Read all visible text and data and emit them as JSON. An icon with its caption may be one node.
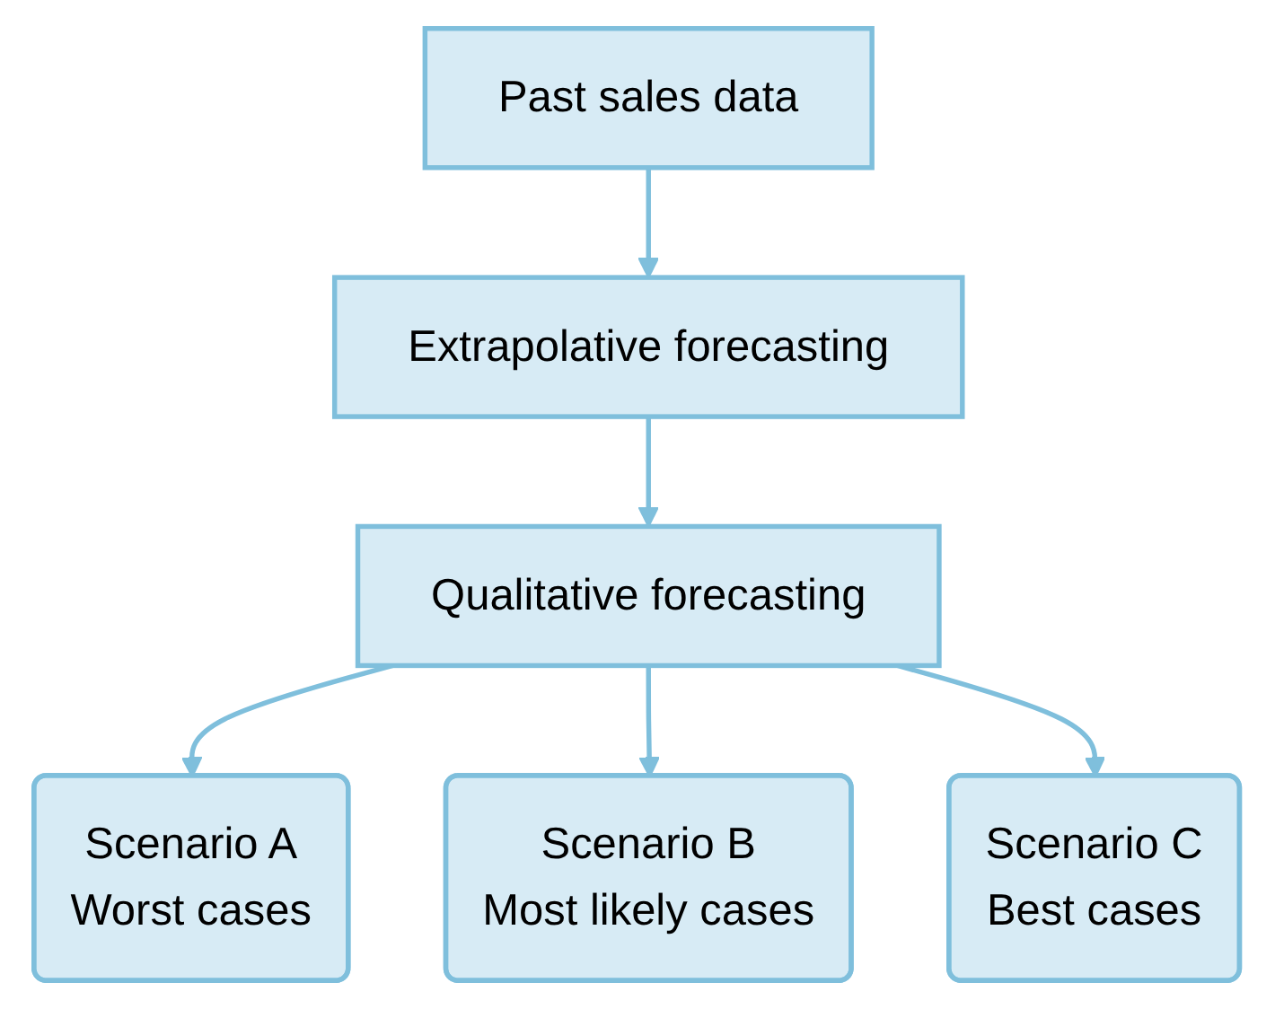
{
  "diagram": {
    "nodes": [
      {
        "text": [
          "Past sales data"
        ]
      },
      {
        "text": [
          "Extrapolative forecasting"
        ]
      },
      {
        "text": [
          "Qualitative forecasting"
        ]
      },
      {
        "text": [
          "Scenario A",
          "Worst cases"
        ]
      },
      {
        "text": [
          "Scenario B",
          "Most likely cases"
        ]
      },
      {
        "text": [
          "Scenario C",
          "Best cases"
        ]
      }
    ],
    "edges": [
      {
        "from": 0,
        "to": 1,
        "arrow": "to"
      },
      {
        "from": 1,
        "to": 2,
        "arrow": "to"
      },
      {
        "from": 2,
        "to": 3,
        "arrow": "to"
      },
      {
        "from": 2,
        "to": 4,
        "arrow": "to"
      },
      {
        "from": 2,
        "to": 5,
        "arrow": "to"
      }
    ]
  }
}
